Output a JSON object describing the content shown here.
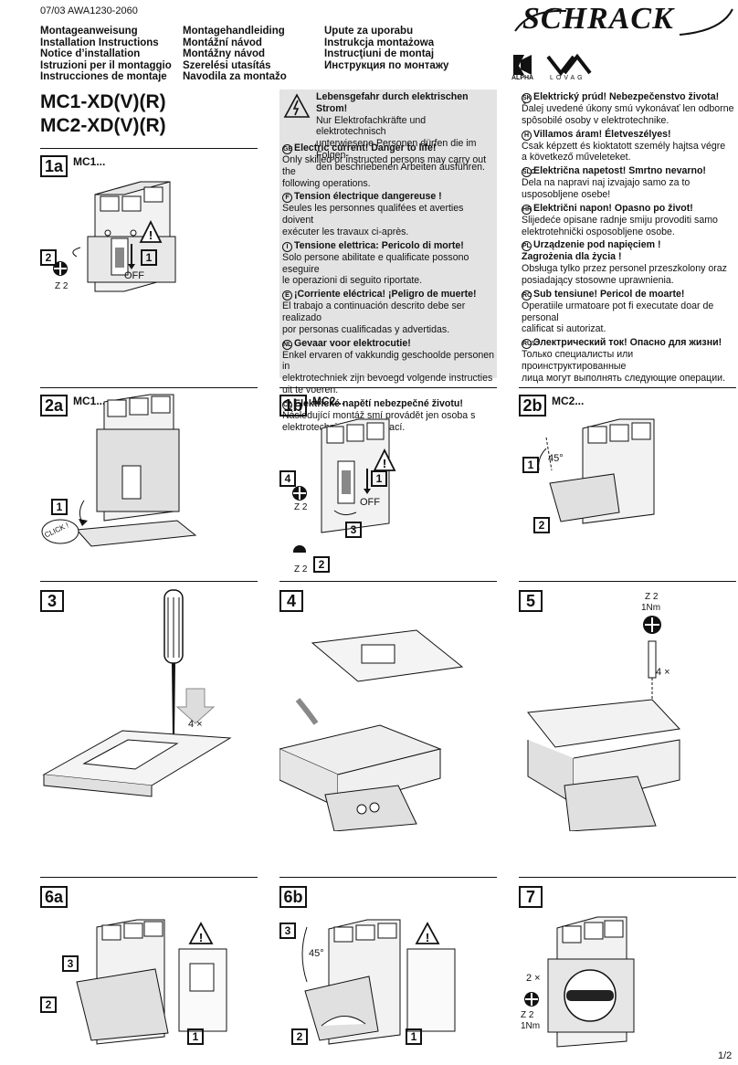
{
  "header": {
    "docref": "07/03 AWA1230-2060",
    "col1": [
      "Montageanweisung",
      "Installation Instructions",
      "Notice d’installation",
      "Istruzioni per il montaggio",
      "Instrucciones de montaje"
    ],
    "col2": [
      "Montagehandleiding",
      "Montážní návod",
      "Montážny návod",
      "Szerelési utasítás",
      "Navodila za montažo"
    ],
    "col3": [
      "Upute za uporabu",
      "Instrukcja montażowa",
      "Instrucţiuni de montaj",
      "Инструкция по монтажу"
    ],
    "brand": "SCHRACK",
    "cert_alpha": "ALPHA",
    "cert_lovag": "LOVAG"
  },
  "models": [
    "MC1-XD(V)(R)",
    "MC2-XD(V)(R)"
  ],
  "warnings_left": {
    "de_title": "Lebensgefahr durch elektrischen Strom!",
    "de_lines": [
      "Nur Elektrofachkräfte und elektrotechnisch",
      "unterwiesene Personen dürfen die im Folgen-",
      "den beschriebenen Arbeiten ausführen."
    ],
    "items": [
      {
        "code": "GB",
        "title": "Electric current! Danger to life!",
        "lines": [
          "Only skilled or instructed persons may carry out the",
          "following operations."
        ]
      },
      {
        "code": "F",
        "title": "Tension électrique dangereuse !",
        "lines": [
          "Seules les personnes qualifées et averties doivent",
          "exécuter les travaux ci-après."
        ]
      },
      {
        "code": "I",
        "title": "Tensione elettrica: Pericolo di morte!",
        "lines": [
          "Solo persone abilitate e qualificate possono eseguire",
          "le operazioni di seguito riportate."
        ]
      },
      {
        "code": "E",
        "title": "¡Corriente eléctrica! ¡Peligro de muerte!",
        "lines": [
          "El trabajo a continuación descrito debe ser realizado",
          "por personas cualificadas y advertidas."
        ]
      },
      {
        "code": "NL",
        "title": "Gevaar voor elektrocutie!",
        "lines": [
          "Enkel ervaren of vakkundig geschoolde personen in",
          "elektrotechniek zijn bevoegd volgende instructies",
          "uit te voeren."
        ]
      },
      {
        "code": "CZ",
        "title": "Elektrické napětí nebezpečné životu!",
        "lines": [
          "Následující montáž smí provádět jen osoba s",
          "elektrotechnickou kvalifikací."
        ]
      }
    ]
  },
  "warnings_right": [
    {
      "code": "SK",
      "title": "Elektrický prúd! Nebezpečenstvo života!",
      "lines": [
        "Ďalej uvedené úkony smú vykonávať len odborne",
        "spôsobilé osoby v elektrotechnike."
      ]
    },
    {
      "code": "H",
      "title": "Villamos áram! Életveszélyes!",
      "lines": [
        "Csak képzett és kioktatott személy hajtsa végre",
        "a következő műveleteket."
      ]
    },
    {
      "code": "SLO",
      "title": "Električna napetost! Smrtno nevarno!",
      "lines": [
        "Dela na napravi naj izvajajo samo za to",
        "usposobljene osebe!"
      ]
    },
    {
      "code": "HR",
      "title": "Električni napon! Opasno po život!",
      "lines": [
        "Slijedeće opisane radnje smiju provoditi samo",
        "elektrotehnički osposobljene osobe."
      ]
    },
    {
      "code": "PL",
      "title": "Urządzenie pod napięciem !",
      "title2": "Zagrożenia dla życia !",
      "lines": [
        "Obsługa tylko przez personel przeszkolony oraz",
        "posiadający stosowne uprawnienia."
      ]
    },
    {
      "code": "RO",
      "title": "Sub tensiune! Pericol de moarte!",
      "lines": [
        "Operatiile urmatoare pot fi executate doar de personal",
        "calificat si autorizat."
      ]
    },
    {
      "code": "RUS",
      "title": "Электрический ток! Опасно для жизни!",
      "lines": [
        "Только специалисты или проинструктированные",
        "лица могут выполнять следующие операции."
      ]
    }
  ],
  "steps": {
    "s1a": {
      "num": "1a",
      "label": "MC1..."
    },
    "s2a": {
      "num": "2a",
      "label": "MC1..."
    },
    "s1b": {
      "num": "1b",
      "label": "MC2..."
    },
    "s2b": {
      "num": "2b",
      "label": "MC2..."
    },
    "s3": {
      "num": "3"
    },
    "s4": {
      "num": "4"
    },
    "s5": {
      "num": "5"
    },
    "s6a": {
      "num": "6a"
    },
    "s6b": {
      "num": "6b"
    },
    "s7": {
      "num": "7"
    }
  },
  "callouts": {
    "off": "OFF",
    "z2": "Z 2",
    "click": "CLICK !",
    "deg45": "45°",
    "times4": "4 ×",
    "times2": "2 ×",
    "nm1": "1Nm",
    "n1": "1",
    "n2": "2",
    "n3": "3",
    "n4": "4"
  },
  "page": "1/2"
}
